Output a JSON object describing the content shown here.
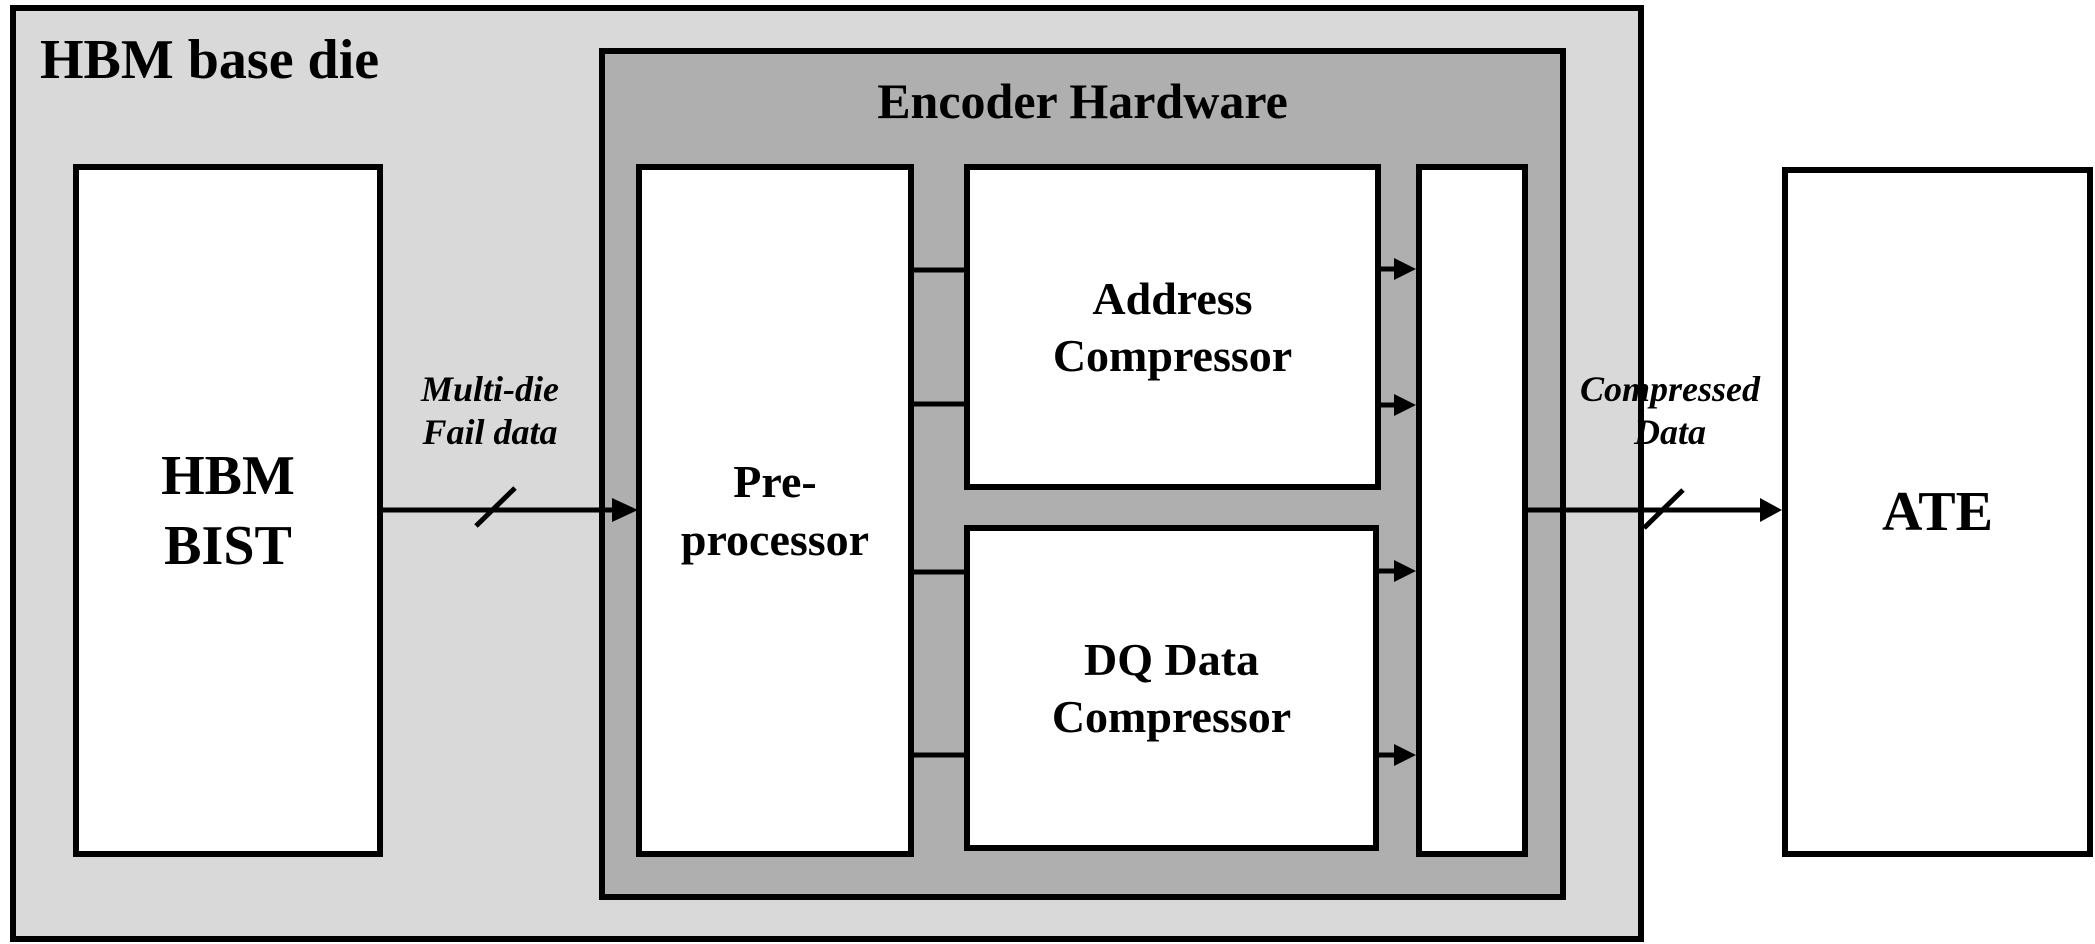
{
  "diagram": {
    "die": {
      "title": "HBM base die"
    },
    "encoder": {
      "title": "Encoder Hardware"
    },
    "blocks": {
      "bist": {
        "line1": "HBM",
        "line2": "BIST"
      },
      "preprocessor": {
        "line1": "Pre-",
        "line2": "processor"
      },
      "address_compressor": {
        "line1": "Address",
        "line2": "Compressor"
      },
      "dq_compressor": {
        "line1": "DQ Data",
        "line2": "Compressor"
      },
      "merger": {
        "label": ""
      },
      "ate": {
        "label": "ATE"
      }
    },
    "edges": {
      "fail_data": {
        "line1": "Multi-die",
        "line2": "Fail data"
      },
      "compressed_data": {
        "line1": "Compressed",
        "line2": "Data"
      }
    },
    "colors": {
      "die_fill": "#d9d9d9",
      "encoder_fill": "#afafaf",
      "block_fill": "#ffffff",
      "stroke": "#000000"
    }
  }
}
